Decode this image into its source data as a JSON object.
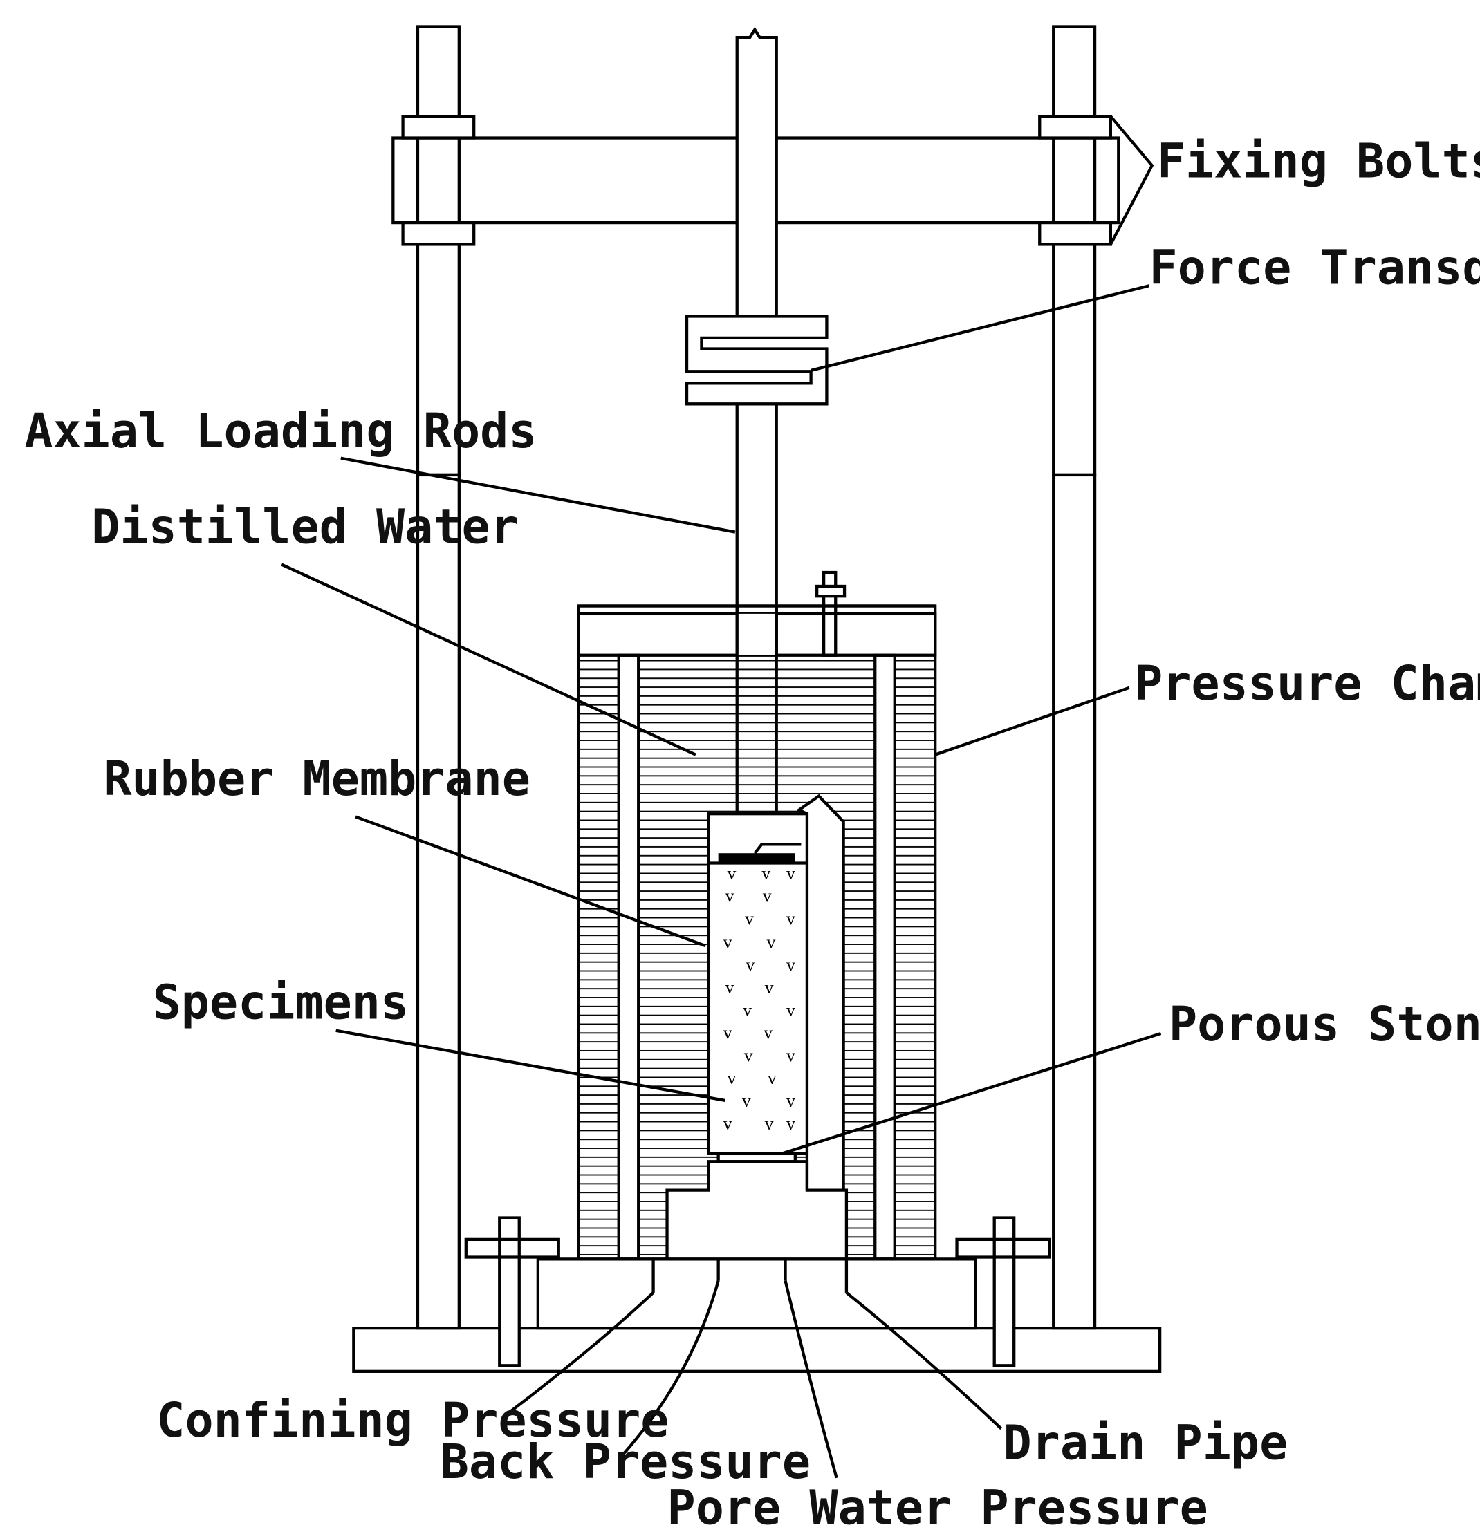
{
  "labels": {
    "fixing_bolts": "Fixing Bolts",
    "force_transducers": "Force Transducers",
    "axial_loading_rods": "Axial Loading Rods",
    "distilled_water": "Distilled Water",
    "pressure_chamber": "Pressure Chamber",
    "rubber_membrane": "Rubber Membrane",
    "specimens": "Specimens",
    "porous_stones": "Porous Stones",
    "confining_pressure": "Confining Pressure",
    "back_pressure": "Back Pressure",
    "pore_water_pressure": "Pore Water Pressure",
    "drain_pipe": "Drain Pipe"
  }
}
